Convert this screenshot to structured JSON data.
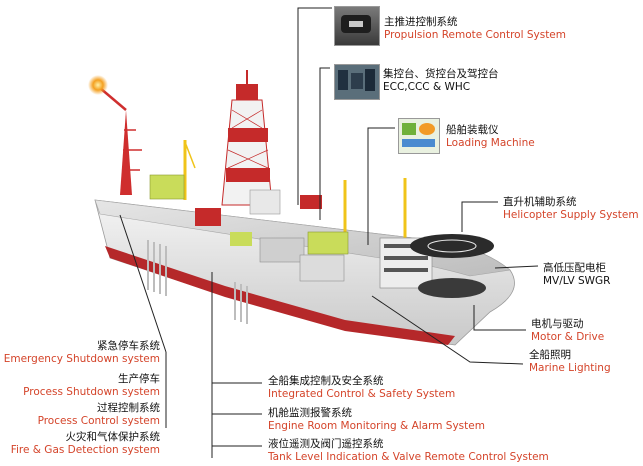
{
  "colors": {
    "accent": "#d4442a",
    "hull_red": "#b5282a",
    "leader": "#222222",
    "deck_green": "#c9dc5a",
    "crane_yellow": "#f0c419"
  },
  "callouts": {
    "propulsion": {
      "zh": "主推进控制系统",
      "en": "Propulsion Remote Control System",
      "icon": "control-panel-photo"
    },
    "ecc": {
      "zh": "集控台、货控台及驾控台",
      "en": "ECC,CCC & WHC",
      "icon": "control-room-photo"
    },
    "loading": {
      "zh": "船舶装载仪",
      "en": "Loading Machine",
      "icon": "loading-screen-icon"
    },
    "helicopter": {
      "zh": "直升机辅助系统",
      "en": "Helicopter Supply System"
    },
    "mvlv": {
      "zh": "高低压配电柜",
      "en": "MV/LV SWGR"
    },
    "motor": {
      "zh": "电机与驱动",
      "en": "Motor & Drive"
    },
    "lighting": {
      "zh": "全船照明",
      "en": "Marine Lighting"
    },
    "esd": {
      "zh": "紧急停车系统",
      "en": "Emergency Shutdown system"
    },
    "psd": {
      "zh": "生产停车",
      "en": "Process Shutdown system"
    },
    "pcs": {
      "zh": "过程控制系统",
      "en": "Process Control system"
    },
    "fgd": {
      "zh": "火灾和气体保护系统",
      "en": "Fire & Gas Detection system"
    },
    "icss": {
      "zh": "全船集成控制及安全系统",
      "en": "Integrated Control & Safety System"
    },
    "emas": {
      "zh": "机舱监测报警系统",
      "en": "Engine Room Monitoring & Alarm System"
    },
    "tank": {
      "zh": "液位遥测及阀门遥控系统",
      "en": "Tank Level Indication & Valve Remote Control System"
    }
  }
}
